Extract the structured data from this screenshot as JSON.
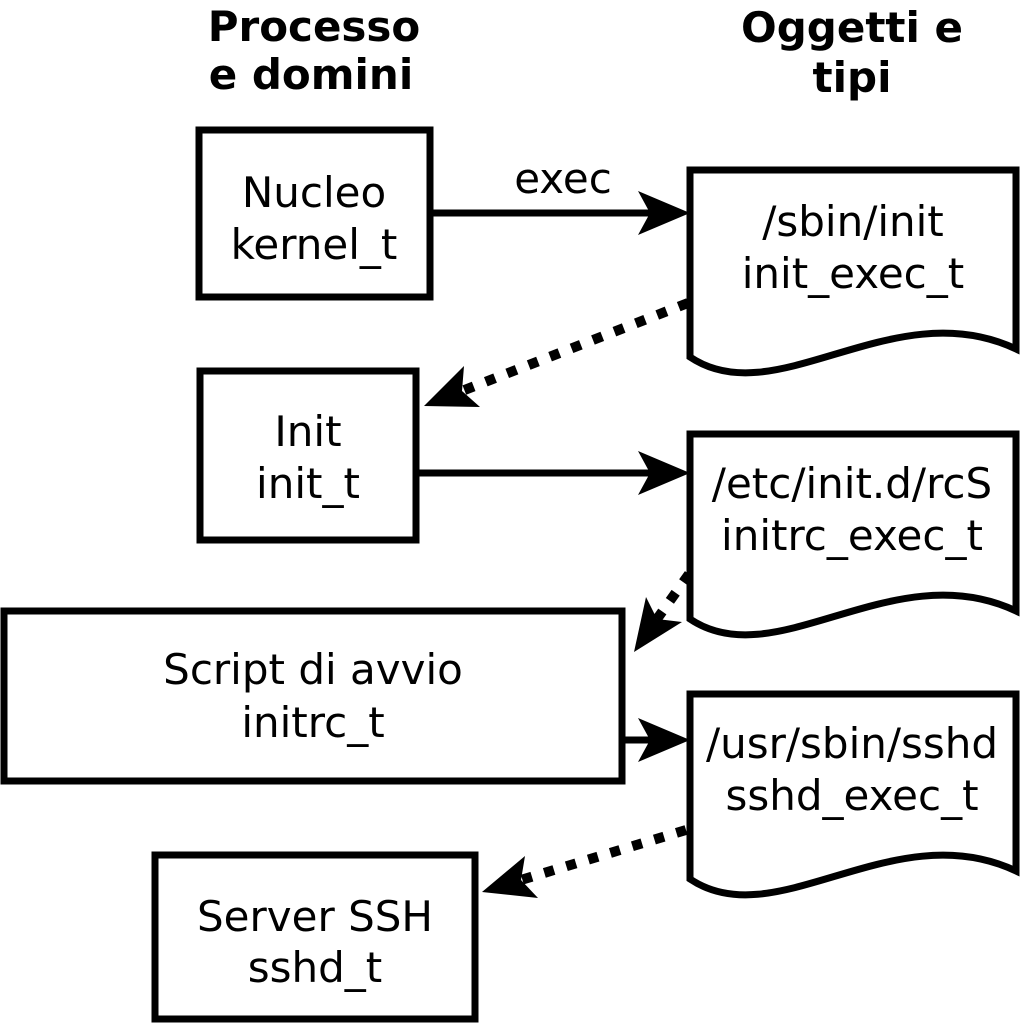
{
  "diagram": {
    "columns": {
      "left": {
        "line1": "Processo",
        "line2": "e domini"
      },
      "right": {
        "line1": "Oggetti e",
        "line2": "tipi"
      }
    },
    "nodes": {
      "kernel": {
        "label": "Nucleo",
        "type": "kernel_t"
      },
      "init": {
        "label": "Init",
        "type": "init_t"
      },
      "initrc": {
        "label": "Script di avvio",
        "type": "initrc_t"
      },
      "sshd": {
        "label": "Server SSH",
        "type": "sshd_t"
      }
    },
    "objects": {
      "init_exec": {
        "path": "/sbin/init",
        "type": "init_exec_t"
      },
      "initrc_exec": {
        "path": "/etc/init.d/rcS",
        "type": "initrc_exec_t"
      },
      "sshd_exec": {
        "path": "/usr/sbin/sshd",
        "type": "sshd_exec_t"
      }
    },
    "edges": {
      "exec_label": "exec"
    },
    "colors": {
      "line": "#000000",
      "background": "#ffffff"
    }
  }
}
